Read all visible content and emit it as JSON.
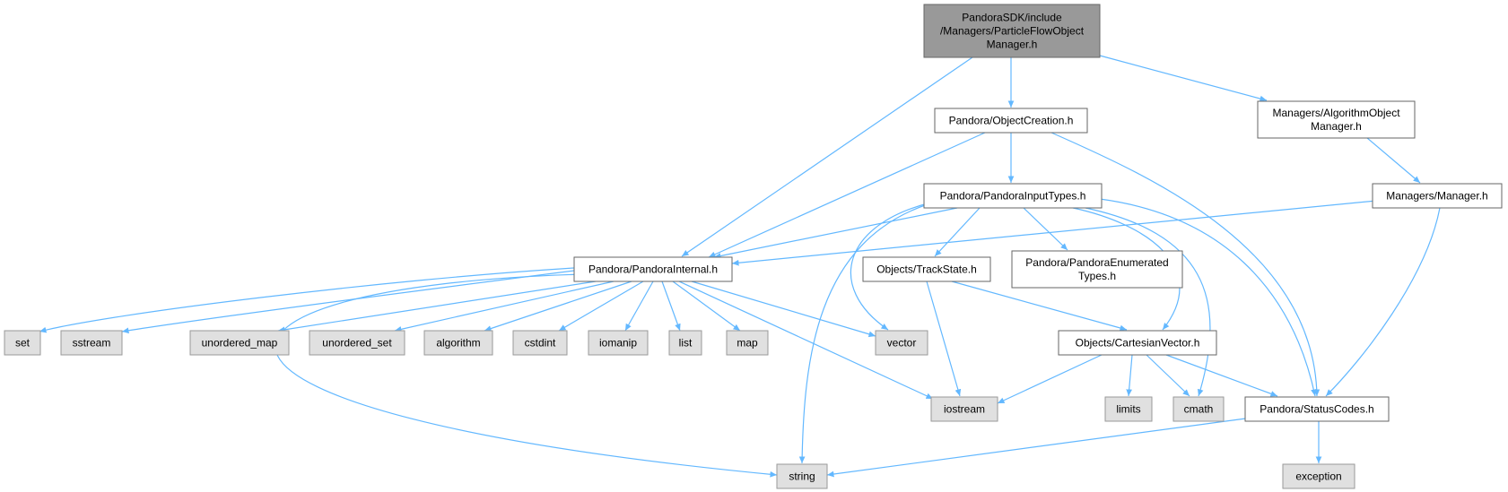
{
  "diagram": {
    "colors": {
      "edge": "#63b8ff",
      "root_fill": "#999999",
      "local_fill": "#ffffff",
      "system_fill": "#e0e0e0",
      "border": "#666666"
    },
    "nodes": [
      {
        "id": "pfo",
        "kind": "root",
        "lines": [
          "PandoraSDK/include",
          "/Managers/ParticleFlowObject",
          "Manager.h"
        ]
      },
      {
        "id": "objcreation",
        "kind": "local",
        "lines": [
          "Pandora/ObjectCreation.h"
        ]
      },
      {
        "id": "algobj",
        "kind": "local",
        "lines": [
          "Managers/AlgorithmObject",
          "Manager.h"
        ]
      },
      {
        "id": "inputtypes",
        "kind": "local",
        "lines": [
          "Pandora/PandoraInputTypes.h"
        ]
      },
      {
        "id": "manager",
        "kind": "local",
        "lines": [
          "Managers/Manager.h"
        ]
      },
      {
        "id": "internal",
        "kind": "local",
        "lines": [
          "Pandora/PandoraInternal.h"
        ]
      },
      {
        "id": "trackstate",
        "kind": "local",
        "lines": [
          "Objects/TrackState.h"
        ]
      },
      {
        "id": "enumtypes",
        "kind": "local",
        "lines": [
          "Pandora/PandoraEnumerated",
          "Types.h"
        ]
      },
      {
        "id": "set",
        "kind": "system",
        "lines": [
          "set"
        ]
      },
      {
        "id": "sstream",
        "kind": "system",
        "lines": [
          "sstream"
        ]
      },
      {
        "id": "unordered_map",
        "kind": "system",
        "lines": [
          "unordered_map"
        ]
      },
      {
        "id": "unordered_set",
        "kind": "system",
        "lines": [
          "unordered_set"
        ]
      },
      {
        "id": "algorithm",
        "kind": "system",
        "lines": [
          "algorithm"
        ]
      },
      {
        "id": "cstdint",
        "kind": "system",
        "lines": [
          "cstdint"
        ]
      },
      {
        "id": "iomanip",
        "kind": "system",
        "lines": [
          "iomanip"
        ]
      },
      {
        "id": "list",
        "kind": "system",
        "lines": [
          "list"
        ]
      },
      {
        "id": "map",
        "kind": "system",
        "lines": [
          "map"
        ]
      },
      {
        "id": "vector",
        "kind": "system",
        "lines": [
          "vector"
        ]
      },
      {
        "id": "cartesian",
        "kind": "local",
        "lines": [
          "Objects/CartesianVector.h"
        ]
      },
      {
        "id": "iostream",
        "kind": "system",
        "lines": [
          "iostream"
        ]
      },
      {
        "id": "limits",
        "kind": "system",
        "lines": [
          "limits"
        ]
      },
      {
        "id": "cmath",
        "kind": "system",
        "lines": [
          "cmath"
        ]
      },
      {
        "id": "statuscodes",
        "kind": "local",
        "lines": [
          "Pandora/StatusCodes.h"
        ]
      },
      {
        "id": "string",
        "kind": "system",
        "lines": [
          "string"
        ]
      },
      {
        "id": "exception",
        "kind": "system",
        "lines": [
          "exception"
        ]
      }
    ],
    "edges": [
      [
        "pfo",
        "internal"
      ],
      [
        "pfo",
        "objcreation"
      ],
      [
        "pfo",
        "algobj"
      ],
      [
        "objcreation",
        "internal"
      ],
      [
        "objcreation",
        "inputtypes"
      ],
      [
        "objcreation",
        "statuscodes"
      ],
      [
        "algobj",
        "manager"
      ],
      [
        "manager",
        "internal"
      ],
      [
        "manager",
        "statuscodes"
      ],
      [
        "inputtypes",
        "internal"
      ],
      [
        "inputtypes",
        "trackstate"
      ],
      [
        "inputtypes",
        "enumtypes"
      ],
      [
        "inputtypes",
        "vector"
      ],
      [
        "inputtypes",
        "string"
      ],
      [
        "inputtypes",
        "cartesian"
      ],
      [
        "inputtypes",
        "cmath"
      ],
      [
        "inputtypes",
        "statuscodes"
      ],
      [
        "internal",
        "set"
      ],
      [
        "internal",
        "sstream"
      ],
      [
        "internal",
        "unordered_map"
      ],
      [
        "internal",
        "unordered_set"
      ],
      [
        "internal",
        "algorithm"
      ],
      [
        "internal",
        "cstdint"
      ],
      [
        "internal",
        "iomanip"
      ],
      [
        "internal",
        "list"
      ],
      [
        "internal",
        "map"
      ],
      [
        "internal",
        "vector"
      ],
      [
        "internal",
        "iostream"
      ],
      [
        "internal",
        "string"
      ],
      [
        "trackstate",
        "iostream"
      ],
      [
        "trackstate",
        "cartesian"
      ],
      [
        "cartesian",
        "iostream"
      ],
      [
        "cartesian",
        "limits"
      ],
      [
        "cartesian",
        "cmath"
      ],
      [
        "cartesian",
        "statuscodes"
      ],
      [
        "statuscodes",
        "string"
      ],
      [
        "statuscodes",
        "exception"
      ]
    ]
  }
}
